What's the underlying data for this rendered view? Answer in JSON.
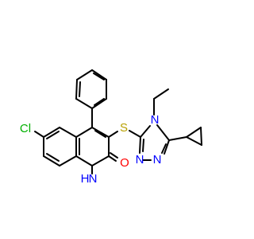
{
  "colors": {
    "bond": "#000000",
    "nitrogen": "#0000ff",
    "oxygen": "#ff0000",
    "chlorine": "#00b000",
    "sulfur": "#b8a000",
    "background": "#ffffff"
  },
  "labels": {
    "cl": "Cl",
    "s": "S",
    "o": "O",
    "nh_n": "N",
    "nh_h": "H",
    "n_ethyl": "N",
    "n_ring_left": "N",
    "n_ring_right": "N"
  }
}
